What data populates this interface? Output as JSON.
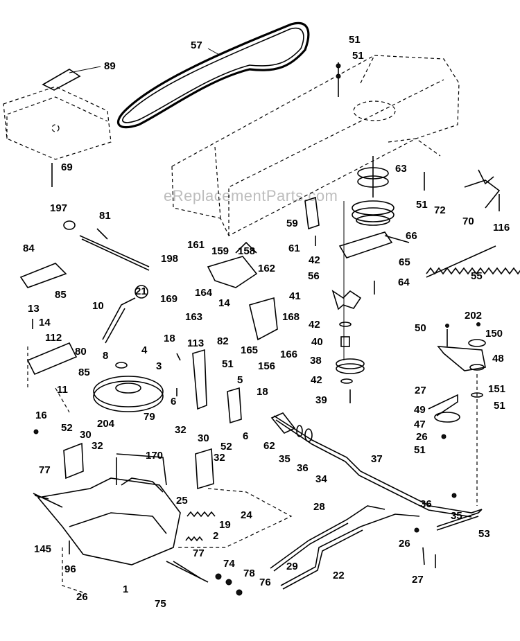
{
  "watermark": "eReplacementParts.com",
  "labels": [
    {
      "id": "l57",
      "text": "57"
    },
    {
      "id": "l89",
      "text": "89"
    },
    {
      "id": "l51a",
      "text": "51"
    },
    {
      "id": "l51b",
      "text": "51"
    },
    {
      "id": "l69",
      "text": "69"
    },
    {
      "id": "l63",
      "text": "63"
    },
    {
      "id": "l51c",
      "text": "51"
    },
    {
      "id": "l72",
      "text": "72"
    },
    {
      "id": "l70",
      "text": "70"
    },
    {
      "id": "l116",
      "text": "116"
    },
    {
      "id": "l197",
      "text": "197"
    },
    {
      "id": "l81",
      "text": "81"
    },
    {
      "id": "l59",
      "text": "59"
    },
    {
      "id": "l66",
      "text": "66"
    },
    {
      "id": "l61",
      "text": "61"
    },
    {
      "id": "l84",
      "text": "84"
    },
    {
      "id": "l161",
      "text": "161"
    },
    {
      "id": "l159",
      "text": "159"
    },
    {
      "id": "l158",
      "text": "158"
    },
    {
      "id": "l198",
      "text": "198"
    },
    {
      "id": "l162",
      "text": "162"
    },
    {
      "id": "l42a",
      "text": "42"
    },
    {
      "id": "l65",
      "text": "65"
    },
    {
      "id": "l56",
      "text": "56"
    },
    {
      "id": "l64",
      "text": "64"
    },
    {
      "id": "l55",
      "text": "55"
    },
    {
      "id": "l85a",
      "text": "85"
    },
    {
      "id": "l21",
      "text": "21"
    },
    {
      "id": "l169",
      "text": "169"
    },
    {
      "id": "l164",
      "text": "164"
    },
    {
      "id": "l14a",
      "text": "14"
    },
    {
      "id": "l41",
      "text": "41"
    },
    {
      "id": "l10",
      "text": "10"
    },
    {
      "id": "l163",
      "text": "163"
    },
    {
      "id": "l13",
      "text": "13"
    },
    {
      "id": "l14b",
      "text": "14"
    },
    {
      "id": "l168",
      "text": "168"
    },
    {
      "id": "l42b",
      "text": "42"
    },
    {
      "id": "l202",
      "text": "202"
    },
    {
      "id": "l50",
      "text": "50"
    },
    {
      "id": "l150",
      "text": "150"
    },
    {
      "id": "l112",
      "text": "112"
    },
    {
      "id": "l18a",
      "text": "18"
    },
    {
      "id": "l113",
      "text": "113"
    },
    {
      "id": "l82",
      "text": "82"
    },
    {
      "id": "l40",
      "text": "40"
    },
    {
      "id": "l80",
      "text": "80"
    },
    {
      "id": "l8",
      "text": "8"
    },
    {
      "id": "l165",
      "text": "165"
    },
    {
      "id": "l166",
      "text": "166"
    },
    {
      "id": "l156",
      "text": "156"
    },
    {
      "id": "l4",
      "text": "4"
    },
    {
      "id": "l38",
      "text": "38"
    },
    {
      "id": "l48",
      "text": "48"
    },
    {
      "id": "l85b",
      "text": "85"
    },
    {
      "id": "l3",
      "text": "3"
    },
    {
      "id": "l51d",
      "text": "51"
    },
    {
      "id": "l11",
      "text": "11"
    },
    {
      "id": "l5",
      "text": "5"
    },
    {
      "id": "l42c",
      "text": "42"
    },
    {
      "id": "l27a",
      "text": "27"
    },
    {
      "id": "l151",
      "text": "151"
    },
    {
      "id": "l18b",
      "text": "18"
    },
    {
      "id": "l39",
      "text": "39"
    },
    {
      "id": "l51e",
      "text": "51"
    },
    {
      "id": "l6a",
      "text": "6"
    },
    {
      "id": "l49",
      "text": "49"
    },
    {
      "id": "l16",
      "text": "16"
    },
    {
      "id": "l204",
      "text": "204"
    },
    {
      "id": "l79",
      "text": "79"
    },
    {
      "id": "l47",
      "text": "47"
    },
    {
      "id": "l52a",
      "text": "52"
    },
    {
      "id": "l30a",
      "text": "30"
    },
    {
      "id": "l32a",
      "text": "32"
    },
    {
      "id": "l6b",
      "text": "6"
    },
    {
      "id": "l32b",
      "text": "32"
    },
    {
      "id": "l62",
      "text": "62"
    },
    {
      "id": "l26a",
      "text": "26"
    },
    {
      "id": "l30b",
      "text": "30"
    },
    {
      "id": "l32c",
      "text": "32"
    },
    {
      "id": "l52b",
      "text": "52"
    },
    {
      "id": "l51f",
      "text": "51"
    },
    {
      "id": "l35a",
      "text": "35"
    },
    {
      "id": "l36a",
      "text": "36"
    },
    {
      "id": "l37",
      "text": "37"
    },
    {
      "id": "l170",
      "text": "170"
    },
    {
      "id": "l34",
      "text": "34"
    },
    {
      "id": "l77a",
      "text": "77"
    },
    {
      "id": "l25",
      "text": "25"
    },
    {
      "id": "l24",
      "text": "24"
    },
    {
      "id": "l36b",
      "text": "36"
    },
    {
      "id": "l35b",
      "text": "35"
    },
    {
      "id": "l28",
      "text": "28"
    },
    {
      "id": "l19",
      "text": "19"
    },
    {
      "id": "l2",
      "text": "2"
    },
    {
      "id": "l53",
      "text": "53"
    },
    {
      "id": "l145",
      "text": "145"
    },
    {
      "id": "l77b",
      "text": "77"
    },
    {
      "id": "l26b",
      "text": "26"
    },
    {
      "id": "l29",
      "text": "29"
    },
    {
      "id": "l22",
      "text": "22"
    },
    {
      "id": "l96",
      "text": "96"
    },
    {
      "id": "l27b",
      "text": "27"
    },
    {
      "id": "l74",
      "text": "74"
    },
    {
      "id": "l1",
      "text": "1"
    },
    {
      "id": "l78",
      "text": "78"
    },
    {
      "id": "l76",
      "text": "76"
    },
    {
      "id": "l26c",
      "text": "26"
    },
    {
      "id": "l75",
      "text": "75"
    }
  ]
}
